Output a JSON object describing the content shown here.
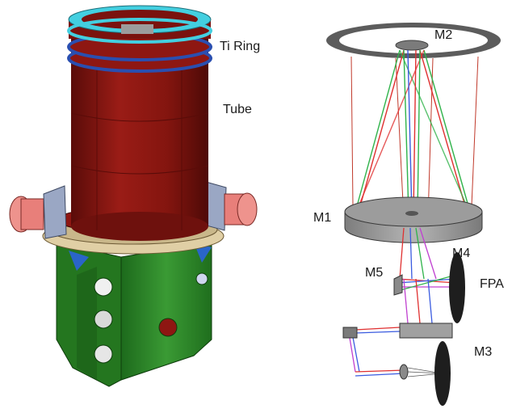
{
  "labels": {
    "ti_ring": "Ti Ring",
    "tube": "Tube",
    "m1": "M1",
    "m2": "M2",
    "m3": "M3",
    "m4": "M4",
    "m5": "M5",
    "fpa": "FPA"
  },
  "colors": {
    "tube": "#8e1712",
    "ti_ring": "#43cfe0",
    "ring_blue": "#2a4fb0",
    "base": "#2e8a2a",
    "flange": "#d8c49a",
    "cooler": "#e87f7a",
    "mirror_gray": "#9c9c9c",
    "ray_red": "#e03030",
    "ray_green": "#2fb34a",
    "ray_blue": "#3a5be0",
    "ray_magenta": "#c040d0"
  },
  "icons": [
    "telescope-cad-icon",
    "optical-layout-icon"
  ]
}
